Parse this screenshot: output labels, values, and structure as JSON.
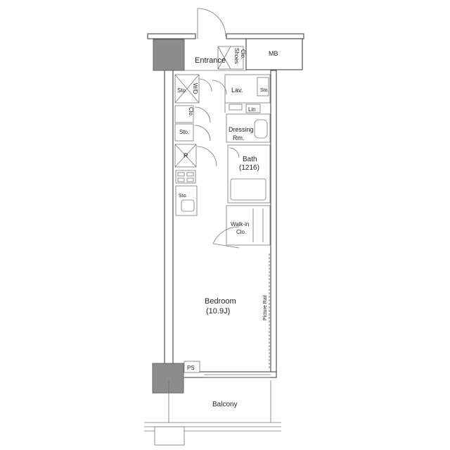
{
  "rooms": {
    "entrance": "Entrance",
    "shoes_clo_1": "Shoes",
    "shoes_clo_2": "Clo.",
    "mb": "MB",
    "sto_wd": "Sto.",
    "wd": "W/D",
    "lav": "Lav.",
    "sto_lav": "Sto.",
    "lin": "Lin",
    "clo": "Clo.",
    "sto_mid": "Sto.",
    "dressing_1": "Dressing",
    "dressing_2": "Rm.",
    "r": "R",
    "bath_1": "Bath",
    "bath_2": "(1216)",
    "sto_kitchen": "Sto.",
    "walkin_1": "Walk-in",
    "walkin_2": "Clo.",
    "bedroom_1": "Bedroom",
    "bedroom_2": "(10.9J)",
    "picture_rail": "Picture Rail",
    "ps": "PS",
    "balcony": "Balcony"
  }
}
